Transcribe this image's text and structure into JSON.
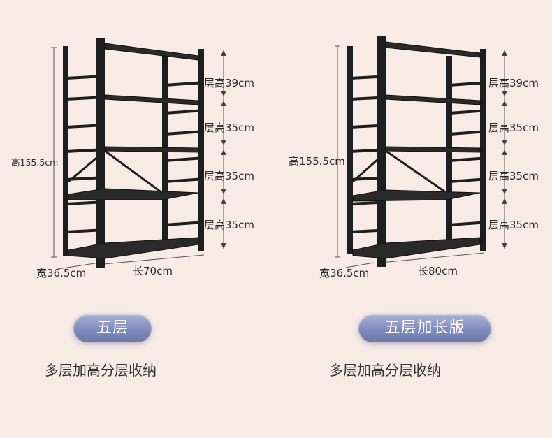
{
  "variants": [
    {
      "height": "高155.5cm",
      "width": "宽36.5cm",
      "length": "长70cm",
      "layers": [
        "层高39cm",
        "层高35cm",
        "层高35cm",
        "层高35cm"
      ],
      "badge": "五层",
      "caption": "多层加高分层收纳"
    },
    {
      "height": "高155.5cm",
      "width": "宽36.5cm",
      "length": "长80cm",
      "layers": [
        "层高39cm",
        "层高35cm",
        "层高35cm",
        "层高35cm"
      ],
      "badge": "五层加长版",
      "caption": "多层加高分层收纳"
    }
  ],
  "colors": {
    "background": "#f8ebe6",
    "shelf": "#1e1e1e",
    "badge": "#7f8bbd"
  },
  "icons": [
    "shelf-rack-image",
    "dimension-arrow-icon"
  ]
}
